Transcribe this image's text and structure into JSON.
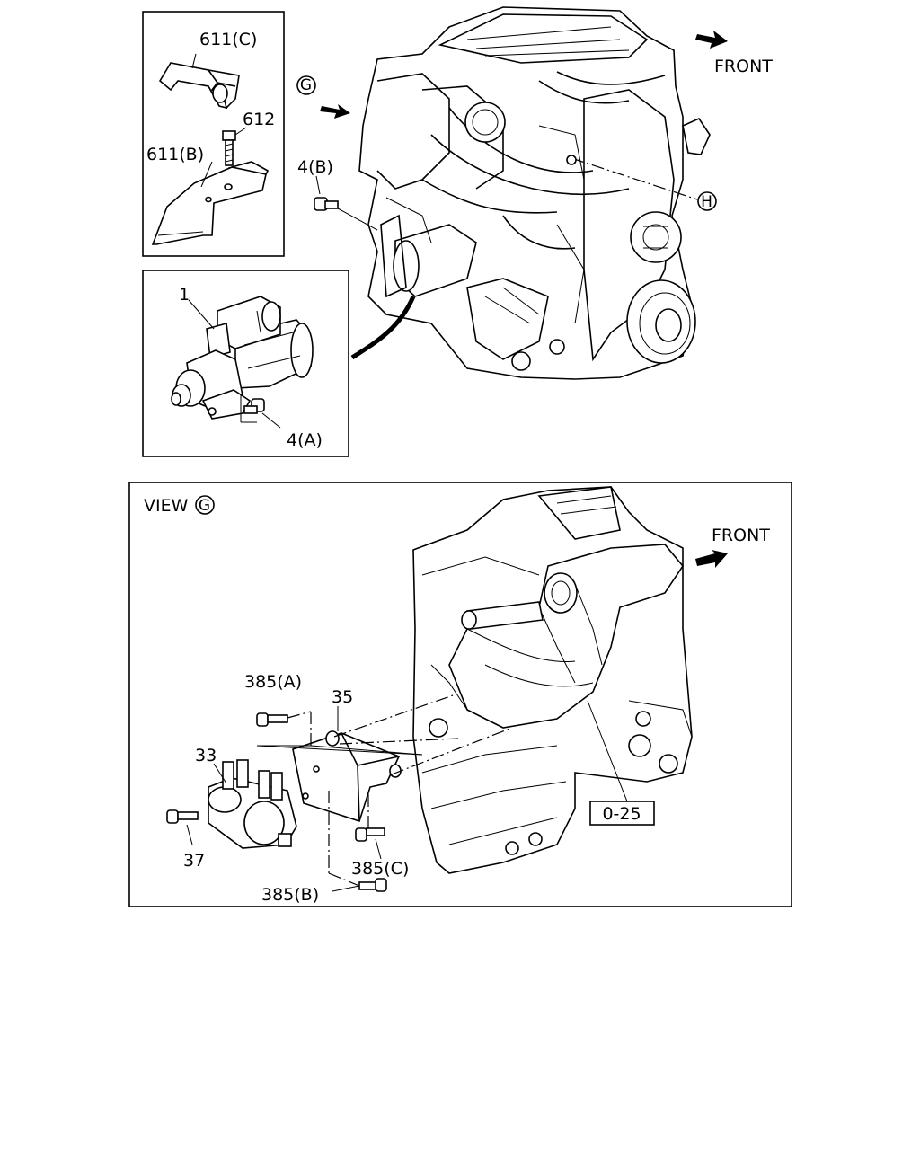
{
  "labels": {
    "part_611c": "611(C)",
    "part_612": "612",
    "part_611b": "611(B)",
    "part_4b": "4(B)",
    "part_1": "1",
    "part_4a": "4(A)",
    "front_top": "FRONT",
    "ref_g": "G",
    "ref_h": "H",
    "view_title": "VIEW",
    "view_ref": "G",
    "front_bottom": "FRONT",
    "part_385a": "385(A)",
    "part_35": "35",
    "part_33": "33",
    "part_37": "37",
    "part_385c": "385(C)",
    "part_385b": "385(B)",
    "ref_025": "0-25"
  }
}
